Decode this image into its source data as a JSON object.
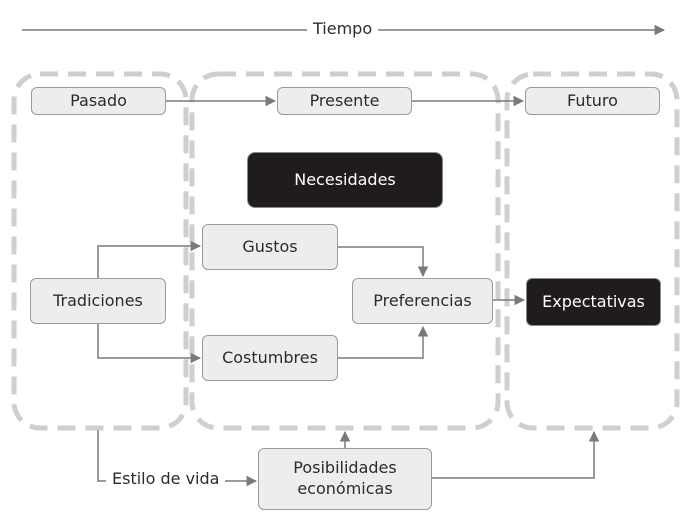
{
  "diagram": {
    "time_axis_label": "Tiempo",
    "periods": {
      "past": "Pasado",
      "present": "Presente",
      "future": "Futuro"
    },
    "nodes": {
      "necesidades": "Necesidades",
      "gustos": "Gustos",
      "tradiciones": "Tradiciones",
      "preferencias": "Preferencias",
      "expectativas": "Expectativas",
      "costumbres": "Costumbres",
      "posibilidades": "Posibilidades económicas"
    },
    "edge_labels": {
      "estilo_de_vida": "Estilo de vida"
    },
    "colors": {
      "box_fill": "#ededed",
      "box_border": "#9a9a9a",
      "dark_fill": "#1f1b1f",
      "arrow": "#7a7a7a",
      "dashed_group": "#cfcfcf"
    }
  }
}
